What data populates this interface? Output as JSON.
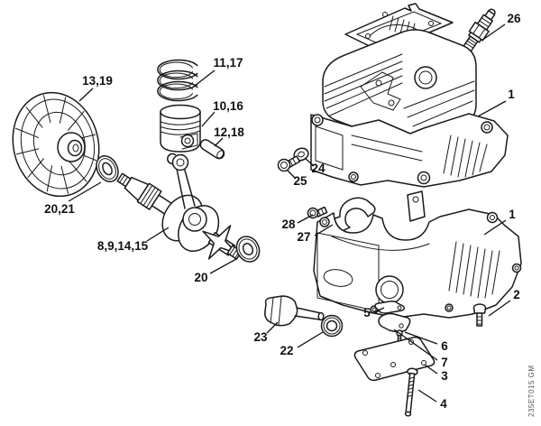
{
  "diagram": {
    "drawing_code": "235ET015 GM",
    "colors": {
      "line": "#1a1a1a",
      "label": "#111111",
      "code_text": "#555555",
      "background": "#ffffff"
    },
    "callouts": [
      {
        "label": "13,19"
      },
      {
        "label": "11,17"
      },
      {
        "label": "10,16"
      },
      {
        "label": "12,18"
      },
      {
        "label": "20,21"
      },
      {
        "label": "8,9,14,15"
      },
      {
        "label": "20"
      },
      {
        "label": "26"
      },
      {
        "label": "1"
      },
      {
        "label": "24"
      },
      {
        "label": "25"
      },
      {
        "label": "28"
      },
      {
        "label": "27"
      },
      {
        "label": "1"
      },
      {
        "label": "2"
      },
      {
        "label": "5"
      },
      {
        "label": "23"
      },
      {
        "label": "22"
      },
      {
        "label": "6"
      },
      {
        "label": "7"
      },
      {
        "label": "3"
      },
      {
        "label": "4"
      }
    ]
  }
}
